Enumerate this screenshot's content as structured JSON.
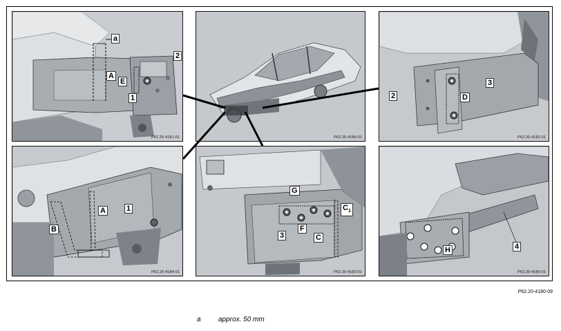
{
  "figure_id": "P62.20-4180-09",
  "legend": {
    "key": "a",
    "text": "approx. 50 mm"
  },
  "panels": {
    "top_left": {
      "code": "P62.20-4181-01",
      "labels": {
        "a": "a",
        "A": "A",
        "E": "E",
        "n1": "1",
        "n2": "2"
      }
    },
    "top_center": {
      "code": "P62.20-4186-01"
    },
    "top_right": {
      "code": "P62.20-4182-01",
      "labels": {
        "n2": "2",
        "n3": "3",
        "D": "D"
      }
    },
    "bot_left": {
      "code": "P62.20-4184-01",
      "labels": {
        "A": "A",
        "B": "B",
        "n1": "1"
      }
    },
    "bot_center": {
      "code": "P62.20-4183-01",
      "labels": {
        "G": "G",
        "C1": "C",
        "C1_sub": "1",
        "F": "F",
        "C": "C",
        "n3": "3"
      }
    },
    "bot_right": {
      "code": "P62.20-4185-01",
      "labels": {
        "H": "H",
        "n4": "4"
      }
    }
  },
  "colors": {
    "metal_light": "#d6d9dc",
    "metal_mid": "#a9aeb3",
    "metal_dark": "#6f757b",
    "line": "#111111"
  }
}
